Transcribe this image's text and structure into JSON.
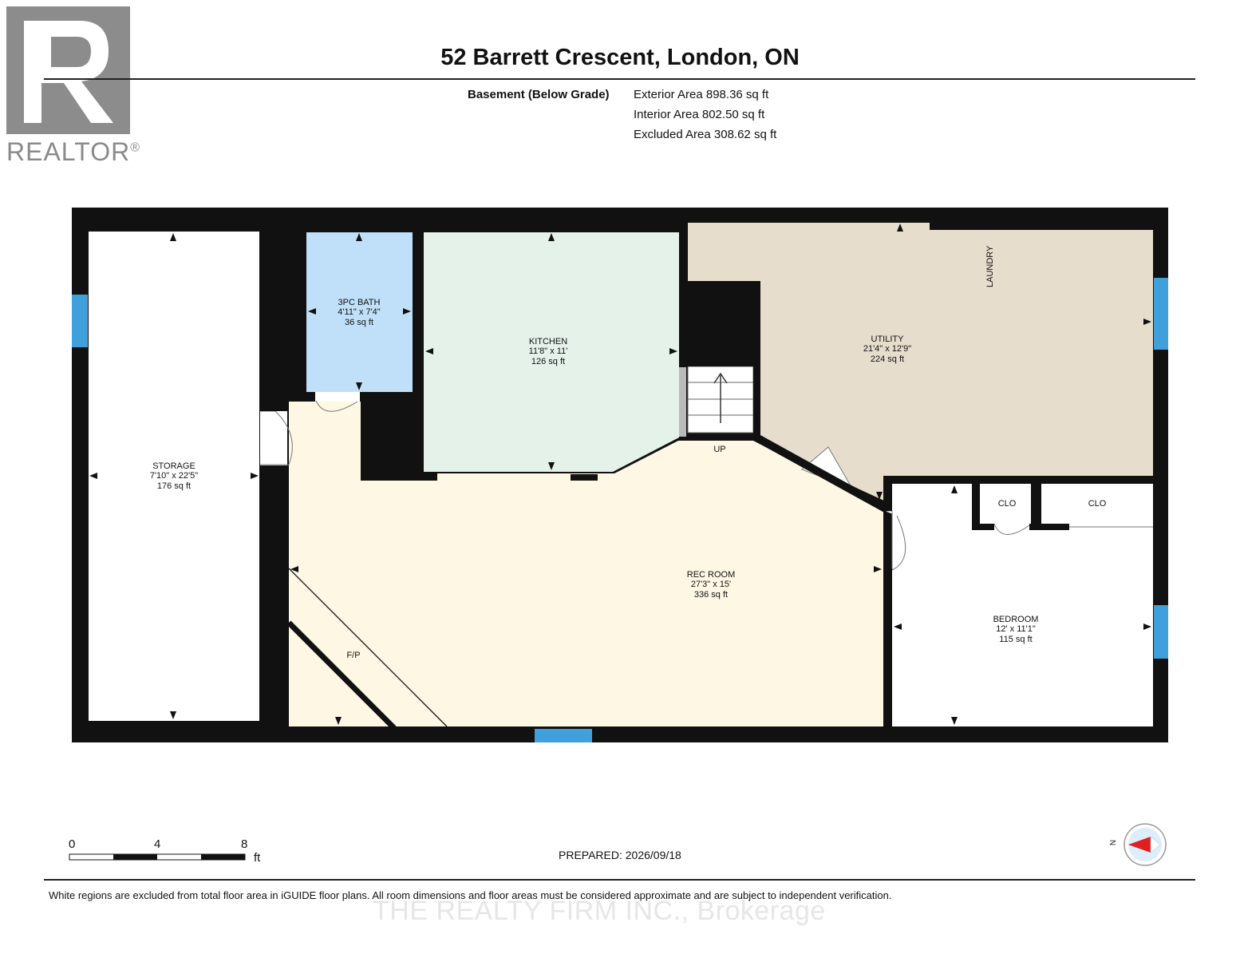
{
  "brand": {
    "logo_letter": "R",
    "logo_text": "REALTOR",
    "logo_mark": "®"
  },
  "title": "52 Barrett Crescent, London, ON",
  "level": {
    "name": "Basement (Below Grade)",
    "exterior_area": "Exterior Area 898.36 sq ft",
    "interior_area": "Interior Area 802.50 sq ft",
    "excluded_area": "Excluded Area 308.62 sq ft"
  },
  "rooms": {
    "storage": {
      "name": "STORAGE",
      "dims": "7'10\" x 22'5\"",
      "area": "176 sq ft"
    },
    "bath": {
      "name": "3PC BATH",
      "dims": "4'11\" x 7'4\"",
      "area": "36 sq ft"
    },
    "kitchen": {
      "name": "KITCHEN",
      "dims": "11'8\" x 11'",
      "area": "126 sq ft"
    },
    "utility": {
      "name": "UTILITY",
      "dims": "21'4\" x 12'9\"",
      "area": "224 sq ft"
    },
    "rec_room": {
      "name": "REC ROOM",
      "dims": "27'3\" x 15'",
      "area": "336 sq ft"
    },
    "bedroom": {
      "name": "BEDROOM",
      "dims": "12' x 11'1\"",
      "area": "115 sq ft"
    }
  },
  "labels": {
    "laundry": "LAUNDRY",
    "up": "UP",
    "fireplace": "F/P",
    "closet_1": "CLO",
    "closet_2": "CLO"
  },
  "scale": {
    "ticks": [
      "0",
      "4",
      "8"
    ],
    "unit": "ft"
  },
  "compass": {
    "north": "N"
  },
  "prepared": "PREPARED: 2026/09/18",
  "disclaimer": "White regions are excluded from total floor area in iGUIDE floor plans. All room dimensions and floor areas must be considered approximate and are subject to independent verification.",
  "watermark": "THE REALTY FIRM INC., Brokerage",
  "colors": {
    "wall": "#111111",
    "storage": "#ffffff",
    "bath": "#bfe0f8",
    "kitchen": "#e5f2ea",
    "utility": "#e6ddcc",
    "rec_room": "#fdf7e3",
    "bedroom": "#ffffff",
    "window": "#3fa0dc",
    "compass_arrow": "#e02020"
  }
}
